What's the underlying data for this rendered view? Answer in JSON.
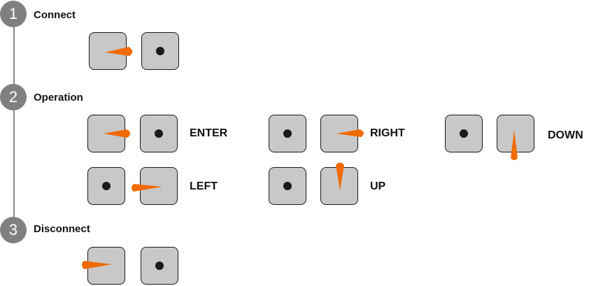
{
  "steps": [
    {
      "number": "1",
      "title": "Connect"
    },
    {
      "number": "2",
      "title": "Operation"
    },
    {
      "number": "3",
      "title": "Disconnect"
    }
  ],
  "operations": {
    "enter": "ENTER",
    "right": "RIGHT",
    "down": "DOWN",
    "left": "LEFT",
    "up": "UP"
  },
  "colors": {
    "step_circle": "#808080",
    "key_fill": "#c8c8c8",
    "key_border": "#1a1a1a",
    "stylus_tip": "#f06a00"
  }
}
